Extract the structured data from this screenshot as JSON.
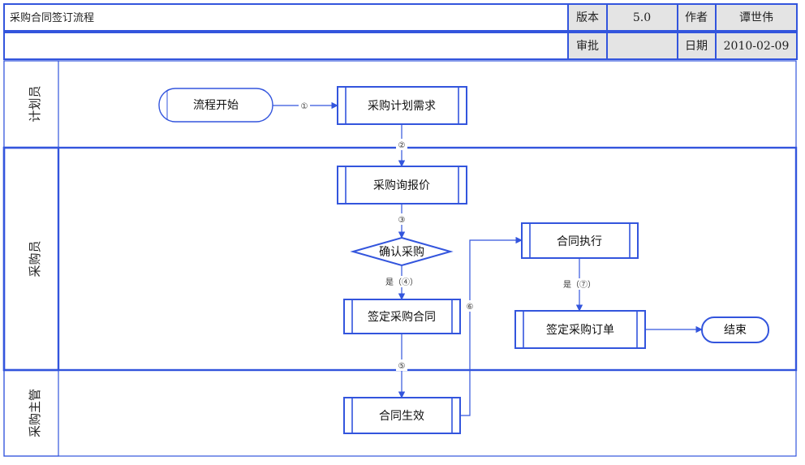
{
  "header": {
    "title": "采购合同签订流程",
    "version_label": "版本",
    "version_value": "5.0",
    "author_label": "作者",
    "author_value": "谭世伟",
    "approval_label": "审批",
    "approval_value": "",
    "date_label": "日期",
    "date_value": "2010-02-09"
  },
  "lanes": [
    "计划员",
    "采购员",
    "采购主管"
  ],
  "nodes": {
    "start": "流程开始",
    "plan_demand": "采购计划需求",
    "inquiry": "采购询报价",
    "confirm": "确认采购",
    "sign_contract": "签定采购合同",
    "execute": "合同执行",
    "sign_order": "签定采购订单",
    "end": "结束",
    "effective": "合同生效"
  },
  "edges": {
    "e1": "①",
    "e2": "②",
    "e3": "③",
    "e4": "是（④）",
    "e5": "⑤",
    "e6": "⑥",
    "e7": "是（⑦）"
  },
  "colors": {
    "border": "#3355dd",
    "node_fill": "#ffffff",
    "connector": "#3355dd",
    "header_gray": "#e4e4e4"
  }
}
